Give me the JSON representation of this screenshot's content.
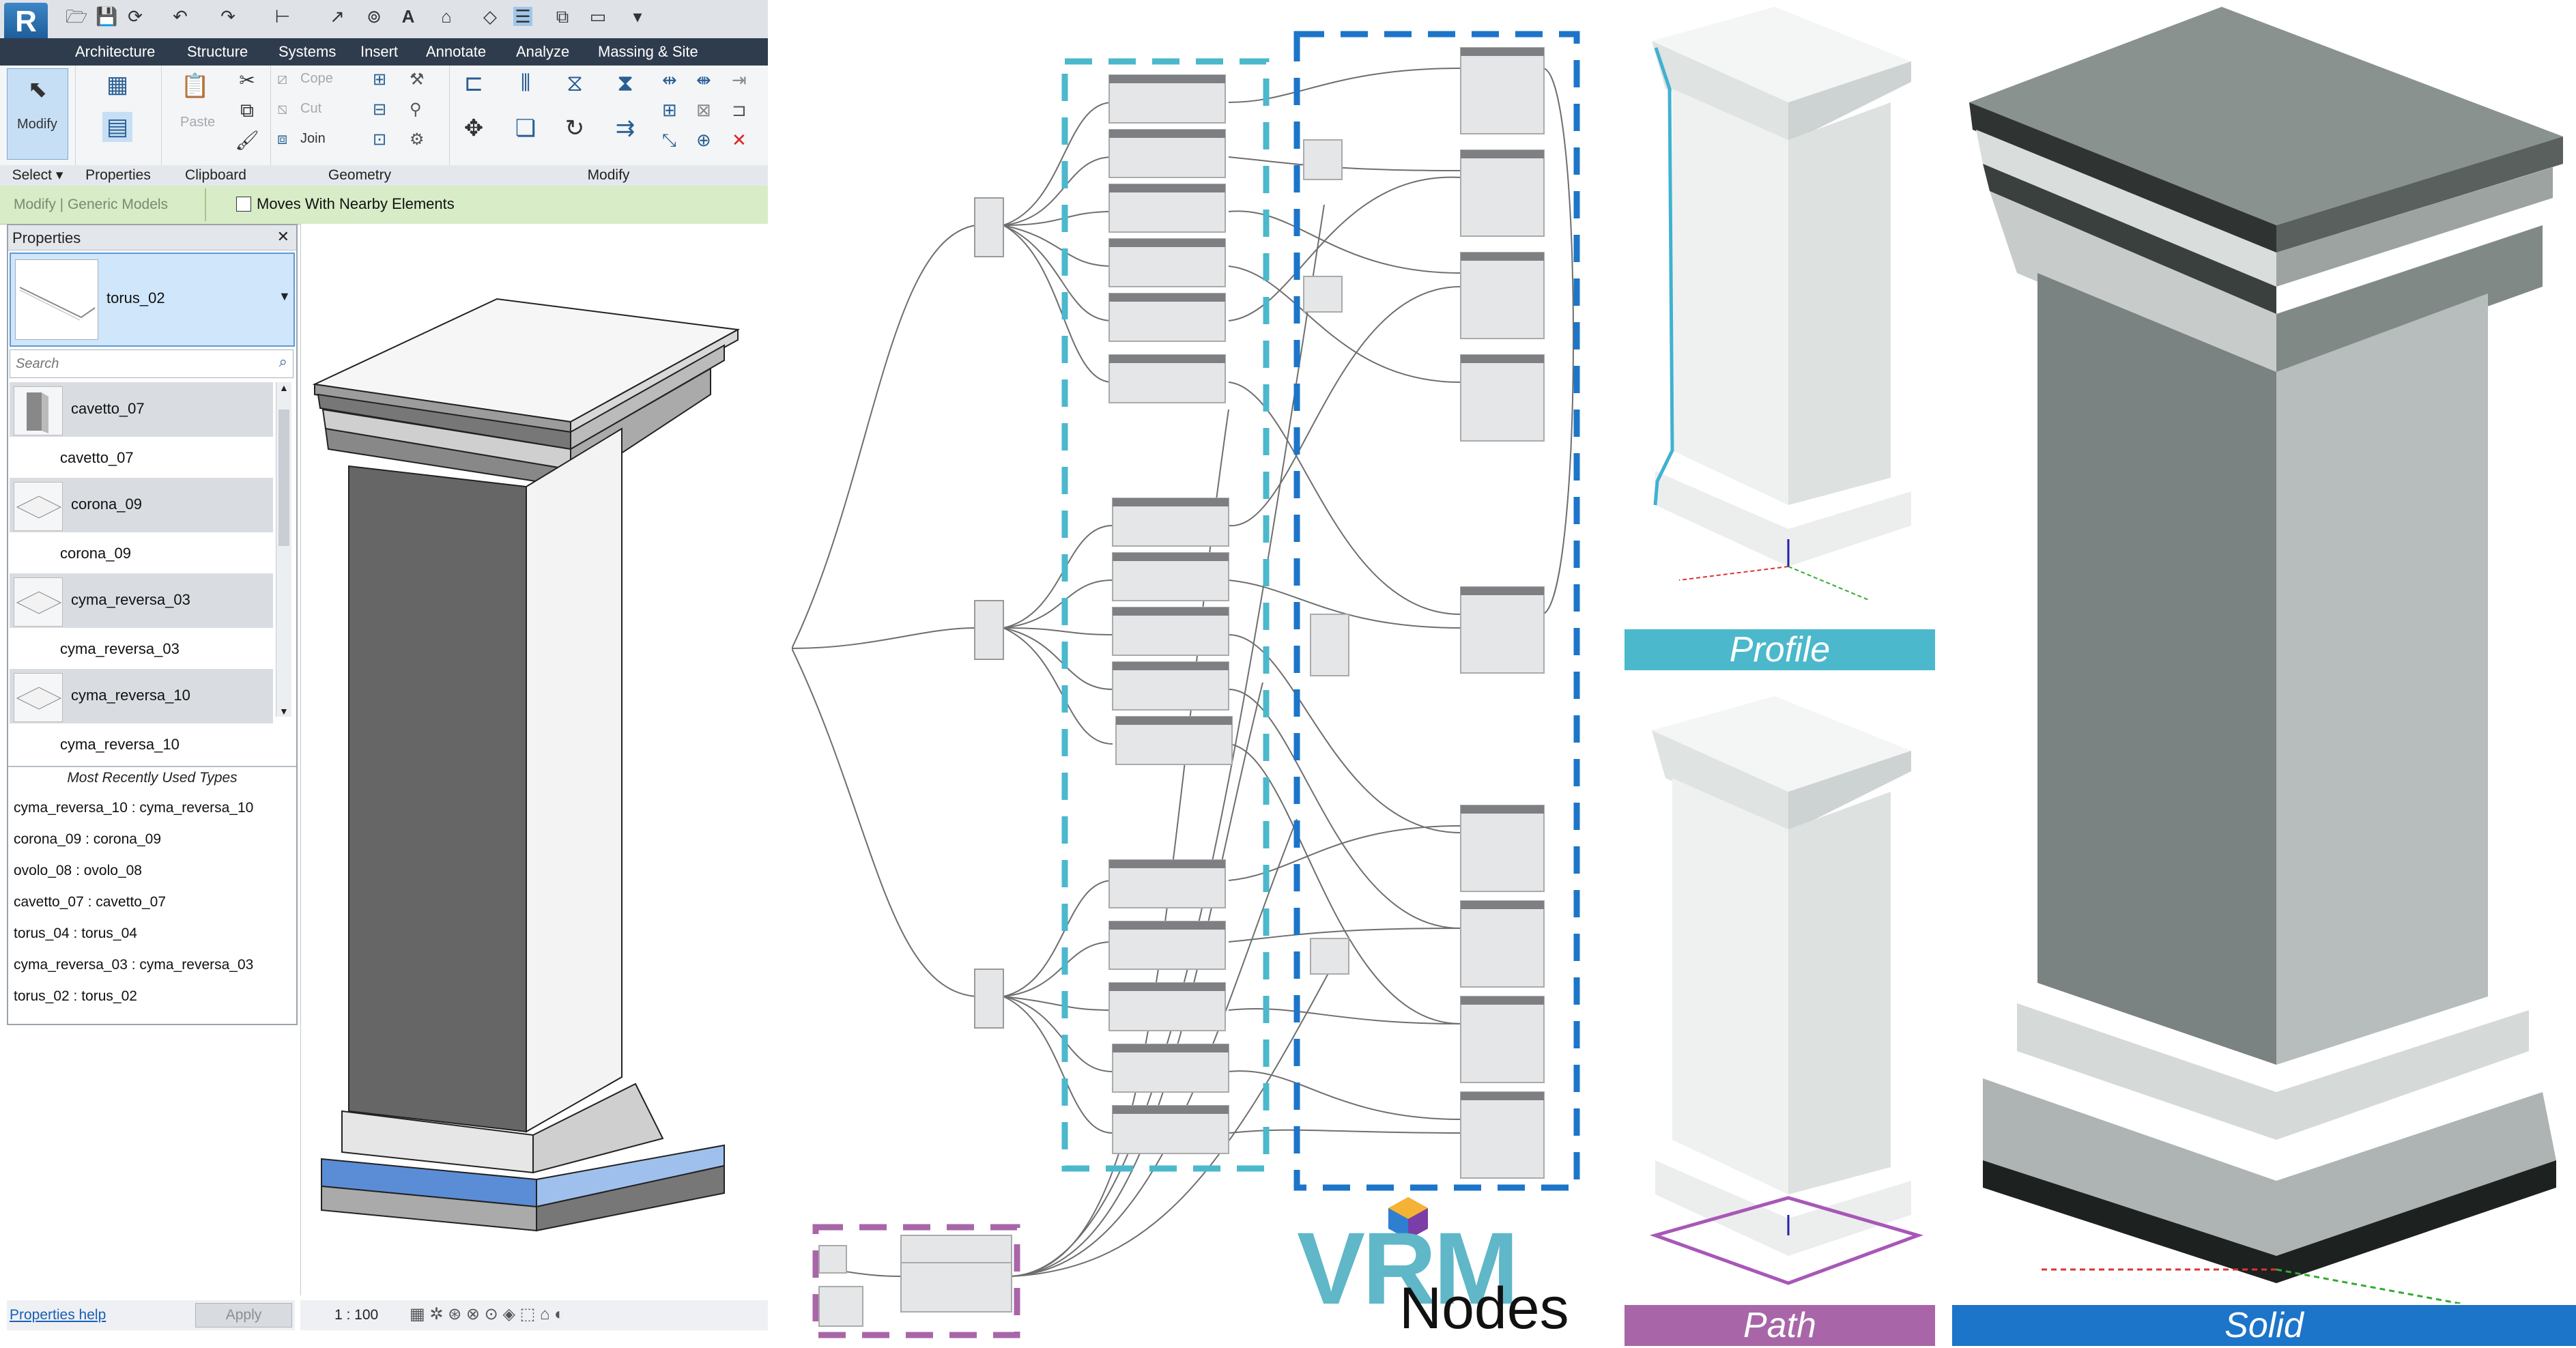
{
  "qat": {
    "app_letter": "R"
  },
  "tabs": [
    "Architecture",
    "Structure",
    "Systems",
    "Insert",
    "Annotate",
    "Analyze",
    "Massing & Site"
  ],
  "ribbon": {
    "modify_label": "Modify",
    "select_label": "Select",
    "properties_label": "Properties",
    "paste_label": "Paste",
    "cope_label": "Cope",
    "cut_label": "Cut",
    "join_label": "Join",
    "clipboard_title": "Clipboard",
    "geometry_title": "Geometry",
    "modify_title": "Modify"
  },
  "context_bar": {
    "mode_text": "Modify | Generic Models",
    "checkbox_label": "Moves With Nearby Elements",
    "checkbox_checked": false
  },
  "properties": {
    "title": "Properties",
    "close_glyph": "✕",
    "selected_type": "torus_02",
    "search_placeholder": "Search",
    "type_items": [
      {
        "thumb_label": "cavetto_07",
        "sub_label": "cavetto_07",
        "thumb_icon": "box-icon"
      },
      {
        "thumb_label": "corona_09",
        "sub_label": "corona_09",
        "thumb_icon": "plate-icon"
      },
      {
        "thumb_label": "cyma_reversa_03",
        "sub_label": "cyma_reversa_03",
        "thumb_icon": "plate-icon"
      },
      {
        "thumb_label": "cyma_reversa_10",
        "sub_label": "cyma_reversa_10",
        "thumb_icon": "plate-icon"
      }
    ],
    "mru_title": "Most Recently Used Types",
    "mru": [
      "cyma_reversa_10 : cyma_reversa_10",
      "corona_09 : corona_09",
      "ovolo_08 : ovolo_08",
      "cavetto_07 : cavetto_07",
      "torus_04 : torus_04",
      "cyma_reversa_03 : cyma_reversa_03",
      "torus_02 : torus_02"
    ],
    "help_link": "Properties help",
    "apply_label": "Apply"
  },
  "status": {
    "scale": "1 : 100"
  },
  "graph": {
    "logo_text": "VRM",
    "logo_sub": "Nodes"
  },
  "captions": {
    "profile": "Profile",
    "path": "Path",
    "solid": "Solid"
  },
  "colors": {
    "profile_group": "#4bb8cc",
    "path_group": "#a866a8",
    "solid_group": "#1c75c8",
    "ribbon_dark": "#2f3c4d",
    "context_green": "#d8ecc7"
  }
}
